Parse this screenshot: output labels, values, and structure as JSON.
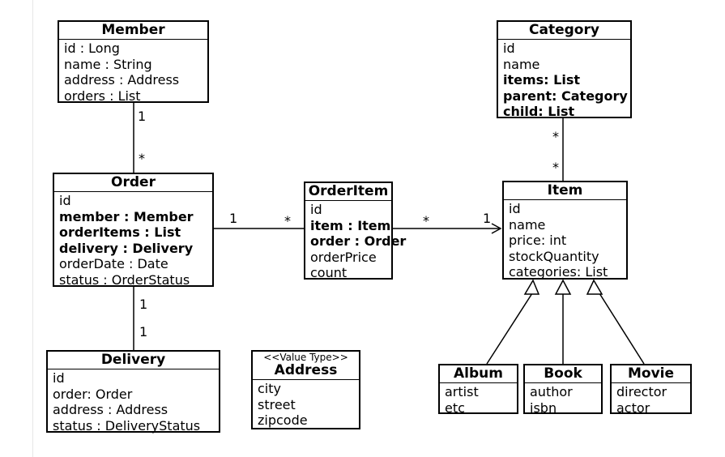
{
  "classes": {
    "member": {
      "name": "Member",
      "attrs": [
        {
          "text": "id : Long"
        },
        {
          "text": "name : String"
        },
        {
          "text": "address : Address"
        },
        {
          "text": "orders : List"
        }
      ]
    },
    "category": {
      "name": "Category",
      "attrs": [
        {
          "text": "id"
        },
        {
          "text": "name"
        },
        {
          "text": "items: List",
          "bold": true
        },
        {
          "text": "parent: Category",
          "bold": true
        },
        {
          "text": "child: List",
          "bold": true
        }
      ]
    },
    "order": {
      "name": "Order",
      "attrs": [
        {
          "text": "id"
        },
        {
          "text": "member : Member",
          "bold": true
        },
        {
          "text": "orderItems : List",
          "bold": true
        },
        {
          "text": "delivery : Delivery",
          "bold": true
        },
        {
          "text": "orderDate : Date"
        },
        {
          "text": "status : OrderStatus"
        }
      ]
    },
    "orderitem": {
      "name": "OrderItem",
      "attrs": [
        {
          "text": "id"
        },
        {
          "text": "item : Item",
          "bold": true
        },
        {
          "text": "order : Order",
          "bold": true
        },
        {
          "text": "orderPrice"
        },
        {
          "text": "count"
        }
      ]
    },
    "item": {
      "name": "Item",
      "attrs": [
        {
          "text": "id"
        },
        {
          "text": "name"
        },
        {
          "text": "price: int"
        },
        {
          "text": "stockQuantity"
        },
        {
          "text": "categories: List"
        }
      ]
    },
    "delivery": {
      "name": "Delivery",
      "attrs": [
        {
          "text": "id"
        },
        {
          "text": "order: Order"
        },
        {
          "text": "address : Address"
        },
        {
          "text": "status : DeliveryStatus"
        }
      ]
    },
    "address": {
      "name": "Address",
      "stereotype": "<<Value Type>>",
      "attrs": [
        {
          "text": "city"
        },
        {
          "text": "street"
        },
        {
          "text": "zipcode"
        }
      ]
    },
    "album": {
      "name": "Album",
      "attrs": [
        {
          "text": "artist"
        },
        {
          "text": "etc"
        }
      ]
    },
    "book": {
      "name": "Book",
      "attrs": [
        {
          "text": "author"
        },
        {
          "text": "isbn"
        }
      ]
    },
    "movie": {
      "name": "Movie",
      "attrs": [
        {
          "text": "director"
        },
        {
          "text": "actor"
        }
      ]
    }
  },
  "multiplicities": {
    "member_order_top": "1",
    "member_order_bottom": "*",
    "order_orderitem_left": "1",
    "order_orderitem_right": "*",
    "orderitem_item_left": "*",
    "orderitem_item_right": "1",
    "category_item_top": "*",
    "category_item_bottom": "*",
    "order_delivery_top": "1",
    "order_delivery_bottom": "1"
  }
}
